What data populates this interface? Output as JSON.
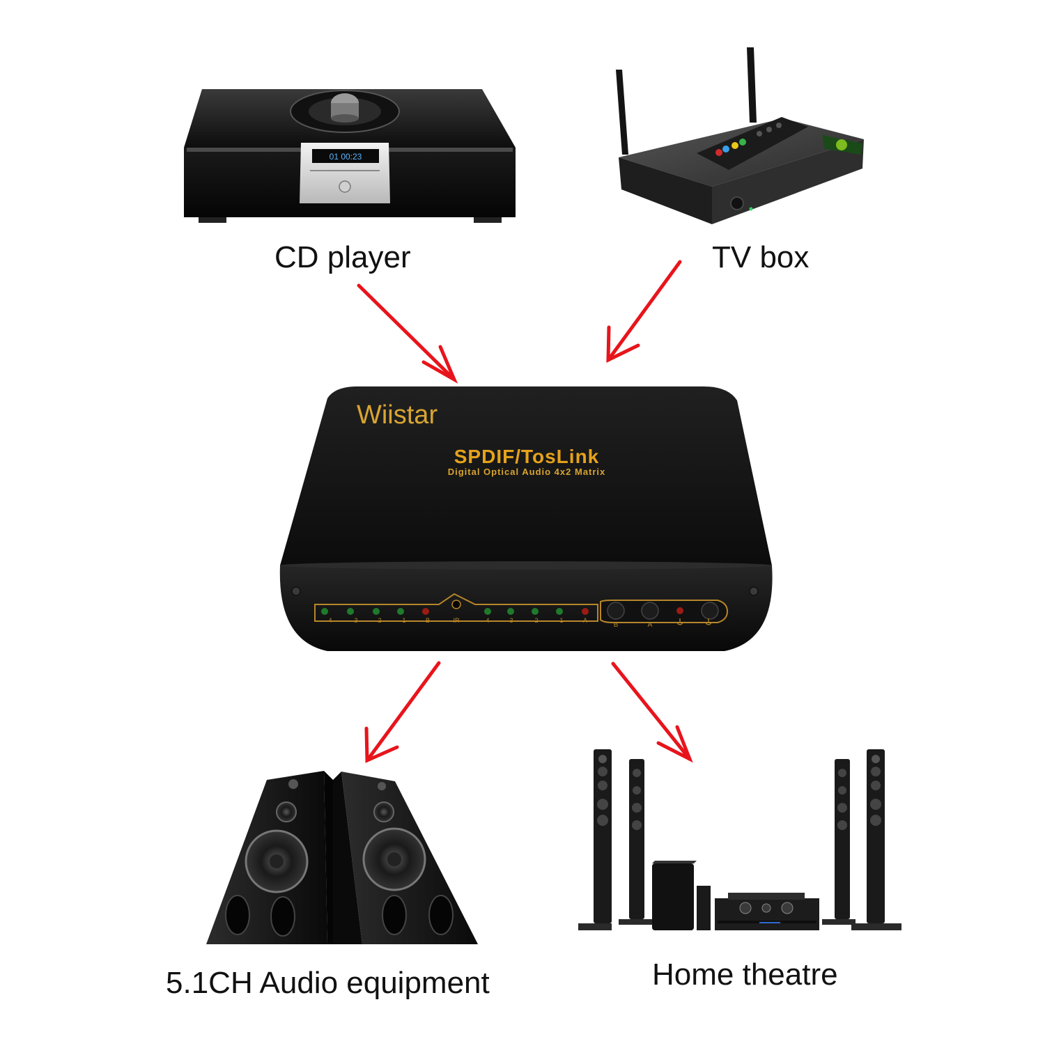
{
  "devices": {
    "cd_player": {
      "label": "CD player",
      "display": "01 00:23"
    },
    "tv_box": {
      "label": "TV box"
    },
    "speakers": {
      "label": "5.1CH Audio equipment"
    },
    "home_theatre": {
      "label": "Home theatre"
    }
  },
  "matrix": {
    "brand": "Wiistar",
    "title": "SPDIF/TosLink",
    "subtitle": "Digital Optical Audio 4x2 Matrix",
    "led_labels_left": [
      "4",
      "3",
      "2",
      "1",
      "B"
    ],
    "ir_label": "IR",
    "led_labels_right": [
      "4",
      "3",
      "2",
      "1",
      "A"
    ],
    "button_labels": [
      "B",
      "A"
    ]
  },
  "colors": {
    "arrow": "#e8141c",
    "gold": "#d9a531",
    "body": "#151515",
    "led_green": "#1f7a2c",
    "led_red": "#9a1c14"
  }
}
